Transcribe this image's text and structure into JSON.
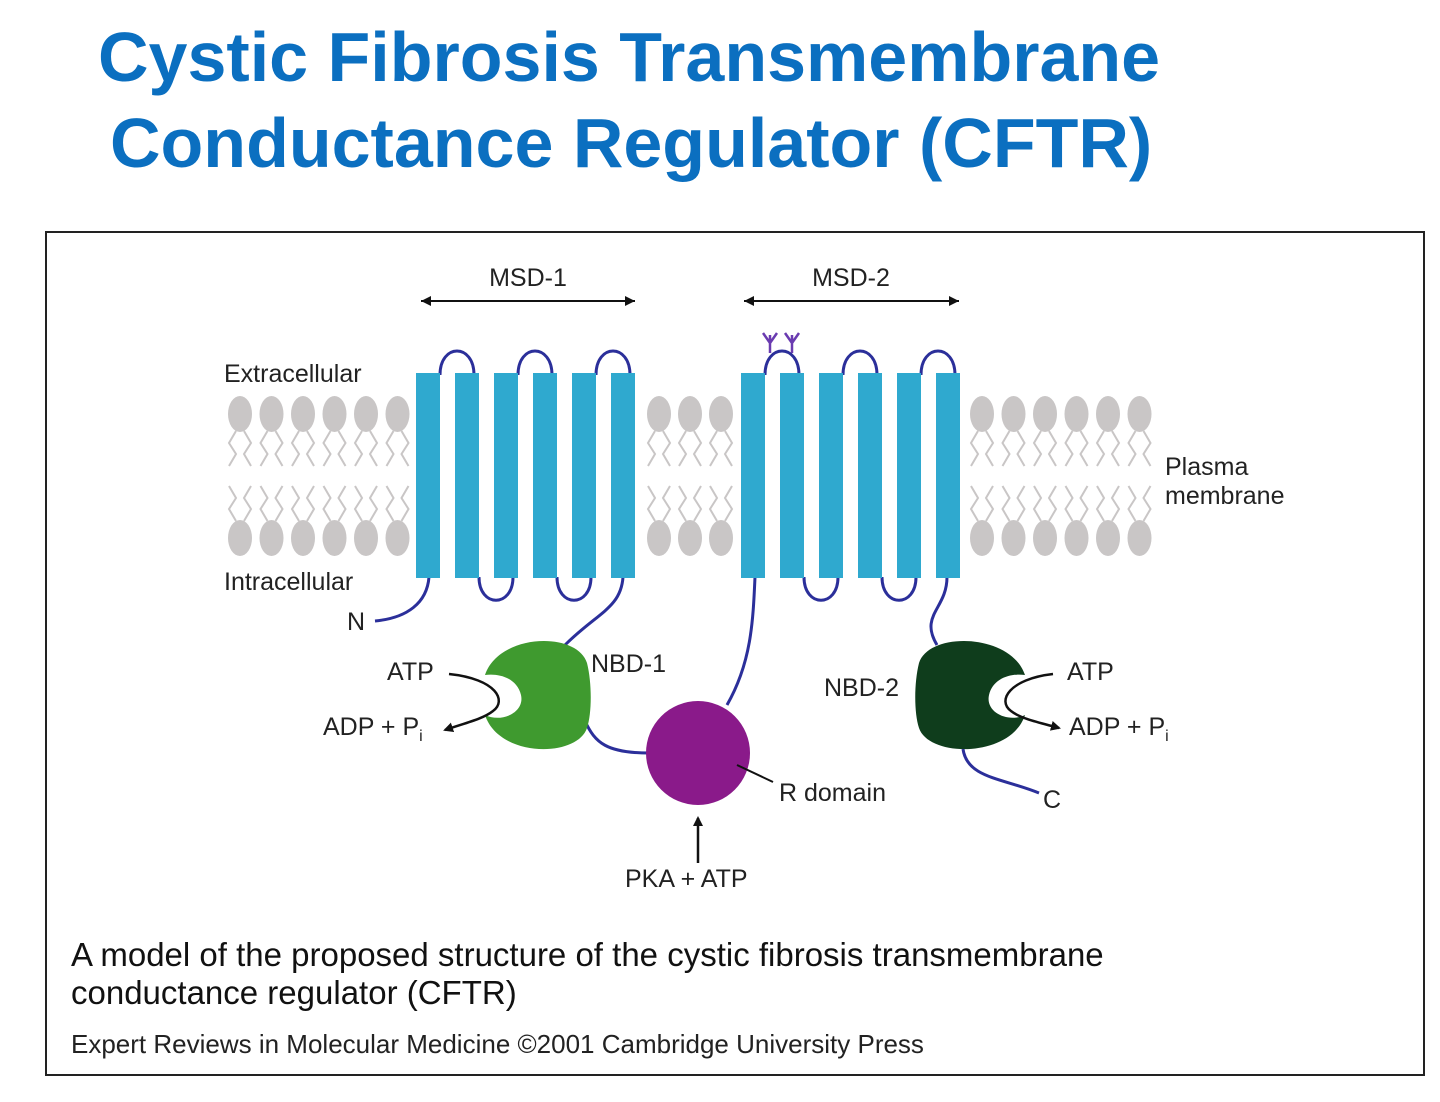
{
  "title": {
    "line1": "Cystic Fibrosis Transmembrane",
    "line2": "Conductance Regulator (CFTR)"
  },
  "diagram": {
    "msd1_label": "MSD-1",
    "msd2_label": "MSD-2",
    "extracellular_label": "Extracellular",
    "intracellular_label": "Intracellular",
    "plasma_membrane_label_line1": "Plasma",
    "plasma_membrane_label_line2": "membrane",
    "n_terminus_label": "N",
    "c_terminus_label": "C",
    "nbd1_label": "NBD-1",
    "nbd2_label": "NBD-2",
    "nbd1_atp_label": "ATP",
    "nbd1_adp_label": "ADP + P",
    "nbd1_adp_subscript": "i",
    "nbd2_atp_label": "ATP",
    "nbd2_adp_label": "ADP + P",
    "nbd2_adp_subscript": "i",
    "r_domain_label": "R domain",
    "pka_label": "PKA + ATP",
    "colors": {
      "helix": "#2fa9cf",
      "loop": "#2b2f9a",
      "lipid": "#c9c6c6",
      "nbd1": "#3f9a2f",
      "nbd2": "#0f3d1c",
      "r_domain": "#8a1a8a",
      "glycosylation": "#6a3bb0"
    }
  },
  "caption": {
    "line1": "A model of the proposed structure of the cystic fibrosis transmembrane",
    "line2": "conductance regulator (CFTR)"
  },
  "credit": "Expert Reviews in Molecular Medicine ©2001 Cambridge University Press"
}
